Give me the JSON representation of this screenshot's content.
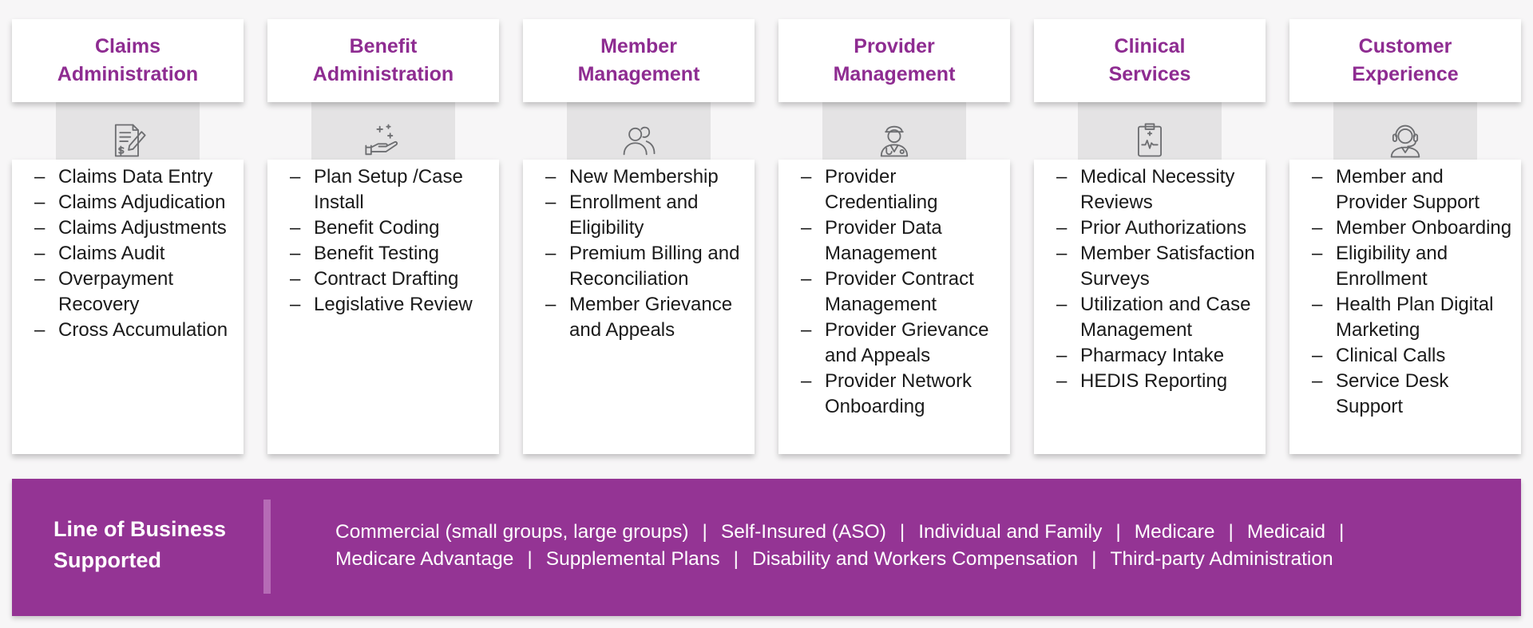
{
  "columns": [
    {
      "title": "Claims\nAdministration",
      "icon": "invoice-pen-icon",
      "items": [
        "Claims Data Entry",
        "Claims Adjudication",
        "Claims Adjustments",
        "Claims Audit",
        "Overpayment Recovery",
        "Cross Accumulation"
      ]
    },
    {
      "title": "Benefit\nAdministration",
      "icon": "hand-sparkles-icon",
      "items": [
        "Plan Setup /Case Install",
        "Benefit Coding",
        "Benefit Testing",
        "Contract Drafting",
        "Legislative Review"
      ]
    },
    {
      "title": "Member\nManagement",
      "icon": "users-icon",
      "items": [
        "New Membership",
        "Enrollment and Eligibility",
        "Premium Billing and Reconciliation",
        "Member Grievance and Appeals"
      ]
    },
    {
      "title": "Provider\nManagement",
      "icon": "doctor-icon",
      "items": [
        "Provider Credentialing",
        "Provider Data Management",
        "Provider Contract Management",
        "Provider Grievance and Appeals",
        "Provider Network Onboarding"
      ]
    },
    {
      "title": "Clinical\nServices",
      "icon": "clipboard-heartbeat-icon",
      "items": [
        "Medical Necessity Reviews",
        "Prior Authorizations",
        "Member Satisfaction Surveys",
        "Utilization and Case Management",
        "Pharmacy Intake",
        "HEDIS Reporting"
      ]
    },
    {
      "title": "Customer\nExperience",
      "icon": "headset-agent-icon",
      "items": [
        "Member and Provider Support",
        "Member Onboarding",
        "Eligibility and Enrollment",
        "Health Plan Digital Marketing",
        "Clinical Calls",
        "Service Desk Support"
      ]
    }
  ],
  "line_of_business": {
    "title": "Line of Business\nSupported",
    "separator": "|",
    "lines": [
      [
        "Commercial (small groups, large groups)",
        "Self-Insured (ASO)",
        "Individual and Family",
        "Medicare",
        "Medicaid",
        ""
      ],
      [
        "Medicare Advantage",
        "Supplemental Plans",
        "Disability and Workers Compensation",
        "Third-party Administration"
      ]
    ]
  },
  "colors": {
    "accent": "#8e2c91",
    "banner": "#943494",
    "icon_box": "#e4e3e4"
  }
}
